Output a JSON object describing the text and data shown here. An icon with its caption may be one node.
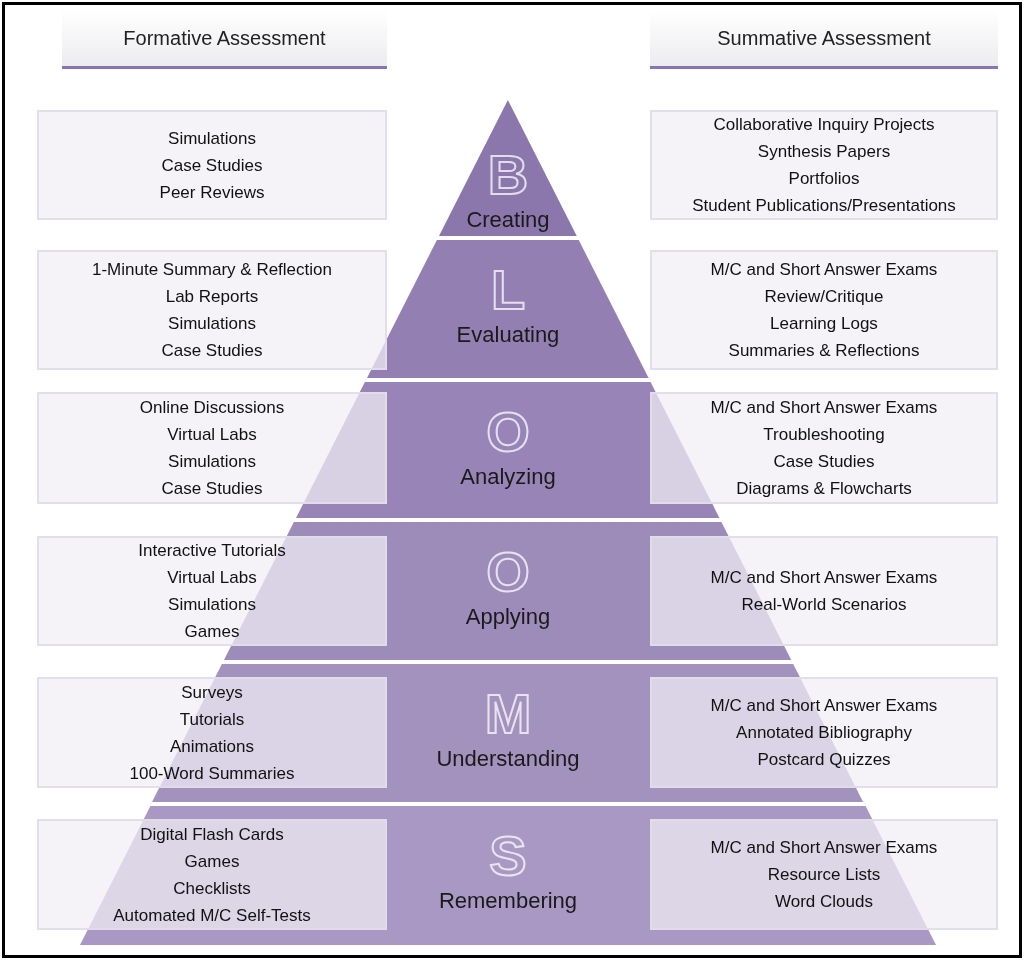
{
  "diagram": {
    "nodes": [
      {
        "text": [
          "Simulations",
          "Case Studies",
          "Peer Reviews"
        ]
      },
      {
        "text": [
          "Creating"
        ]
      },
      {
        "text": [
          "Collaborative Inquiry Projects",
          "Synthesis Papers",
          "Portfolios",
          "Student Publications/Presentations"
        ]
      },
      {
        "text": [
          "1-Minute Summary & Reflection",
          "Lab Reports",
          "Simulations",
          "Case Studies"
        ]
      },
      {
        "text": [
          "Evaluating"
        ]
      },
      {
        "text": [
          "M/C and Short Answer Exams",
          "Review/Critique",
          "Learning Logs",
          "Summaries & Reflections"
        ]
      },
      {
        "text": [
          "Online Discussions",
          "Virtual Labs",
          "Simulations",
          "Case Studies"
        ]
      },
      {
        "text": [
          "Analyzing"
        ]
      },
      {
        "text": [
          "M/C and Short Answer Exams",
          "Troubleshooting",
          "Case Studies",
          "Diagrams & Flowcharts"
        ]
      },
      {
        "text": [
          "Interactive Tutorials",
          "Virtual Labs",
          "Simulations",
          "Games"
        ]
      },
      {
        "text": [
          "Applying"
        ]
      },
      {
        "text": [
          "M/C and Short Answer Exams",
          "Real-World Scenarios"
        ]
      },
      {
        "text": [
          "Surveys",
          "Tutorials",
          "Animations",
          "100-Word Summaries"
        ]
      },
      {
        "text": [
          "Understanding"
        ]
      },
      {
        "text": [
          "M/C and Short Answer Exams",
          "Annotated Bibliography",
          "Postcard Quizzes"
        ]
      },
      {
        "text": [
          "Digital Flash Cards",
          "Games",
          "Checklists",
          "Automated M/C Self-Tests"
        ]
      },
      {
        "text": [
          "Remembering"
        ]
      },
      {
        "text": [
          "M/C and Short Answer Exams",
          "Resource Lists",
          "Word Clouds"
        ]
      }
    ],
    "labels": [
      "Formative Assessment",
      "Summative Assessment",
      "B",
      "L",
      "O",
      "O",
      "M",
      "S"
    ]
  }
}
